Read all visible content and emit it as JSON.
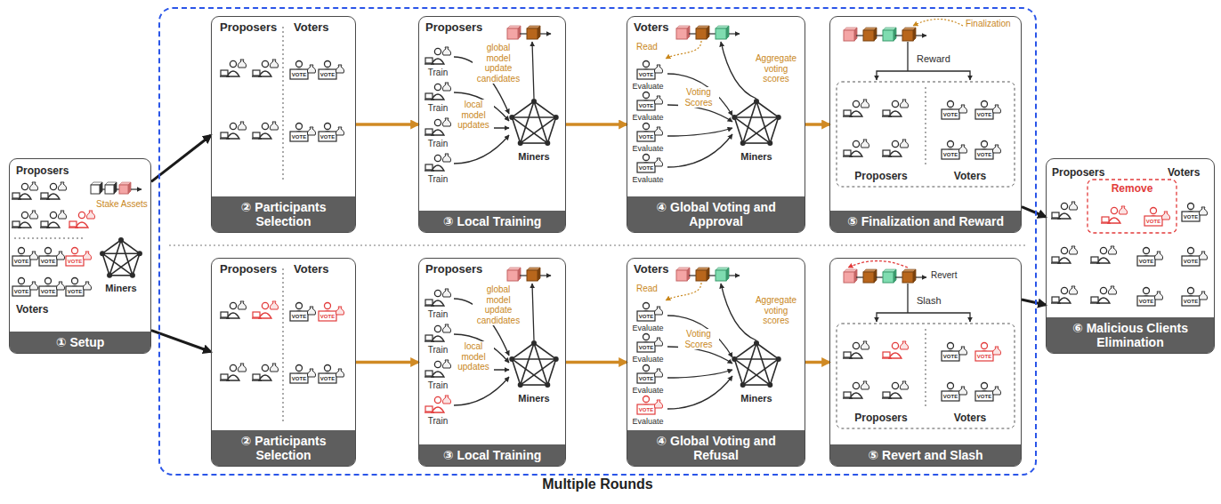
{
  "diagram": {
    "nodes": [
      {
        "text": [
          "① Setup"
        ]
      },
      {
        "text": [
          "Multiple Rounds"
        ]
      },
      {
        "text": [
          "② Participants Selection"
        ],
        "in": 1
      },
      {
        "text": [
          "③ Local Training"
        ],
        "in": 1
      },
      {
        "text": [
          "④ Global Voting and Approval"
        ],
        "in": 1
      },
      {
        "text": [
          "⑤ Finalization and Reward"
        ],
        "in": 1
      },
      {
        "text": [
          "② Participants Selection"
        ],
        "in": 1
      },
      {
        "text": [
          "③ Local Training"
        ],
        "in": 1
      },
      {
        "text": [
          "④ Global Voting and Refusal"
        ],
        "in": 1
      },
      {
        "text": [
          "⑤ Revert and Slash"
        ],
        "in": 1
      },
      {
        "text": [
          "⑥ Malicious Clients Elimination"
        ]
      }
    ],
    "edges": [
      {
        "from": 0,
        "to": 2,
        "arrow": "to"
      },
      {
        "from": 0,
        "to": 6,
        "arrow": "to"
      },
      {
        "from": 2,
        "to": 3,
        "arrow": "to"
      },
      {
        "from": 3,
        "to": 4,
        "arrow": "to"
      },
      {
        "from": 4,
        "to": 5,
        "arrow": "to"
      },
      {
        "from": 6,
        "to": 7,
        "arrow": "to"
      },
      {
        "from": 7,
        "to": 8,
        "arrow": "to"
      },
      {
        "from": 8,
        "to": 9,
        "arrow": "to"
      },
      {
        "from": 5,
        "to": 10,
        "arrow": "to"
      },
      {
        "from": 9,
        "to": 10,
        "arrow": "to"
      }
    ],
    "labels": [
      "Proposers",
      "Stake Assets",
      "Miners",
      "VOTE",
      "VOTE",
      "VOTE",
      "VOTE",
      "VOTE",
      "VOTE",
      "Voters",
      "Proposers",
      "Voters",
      "VOTE",
      "VOTE",
      "VOTE",
      "VOTE",
      "Proposers",
      "Train",
      "Train",
      "Train",
      "Train",
      "local model updates",
      "global model update candidates",
      "Miners",
      "Voters",
      "Read",
      "VOTE",
      "Evaluate",
      "VOTE",
      "Evaluate",
      "VOTE",
      "Evaluate",
      "VOTE",
      "Evaluate",
      "Voting Scores",
      "Aggregate voting scores",
      "Miners",
      "Finalization",
      "Reward",
      "VOTE",
      "VOTE",
      "VOTE",
      "VOTE",
      "Proposers",
      "Voters",
      "Proposers",
      "Voters",
      "VOTE",
      "VOTE",
      "VOTE",
      "VOTE",
      "Proposers",
      "Train",
      "Train",
      "Train",
      "Train",
      "local model updates",
      "global model update candidates",
      "Miners",
      "Voters",
      "Read",
      "VOTE",
      "Evaluate",
      "VOTE",
      "Evaluate",
      "VOTE",
      "Evaluate",
      "VOTE",
      "Evaluate",
      "Voting Scores",
      "Aggregate voting scores",
      "Miners",
      "Revert",
      "Slash",
      "VOTE",
      "VOTE",
      "VOTE",
      "VOTE",
      "Proposers",
      "Voters",
      "Proposers",
      "Voters",
      "Remove",
      "VOTE",
      "VOTE",
      "VOTE",
      "VOTE",
      "VOTE",
      "VOTE"
    ]
  }
}
